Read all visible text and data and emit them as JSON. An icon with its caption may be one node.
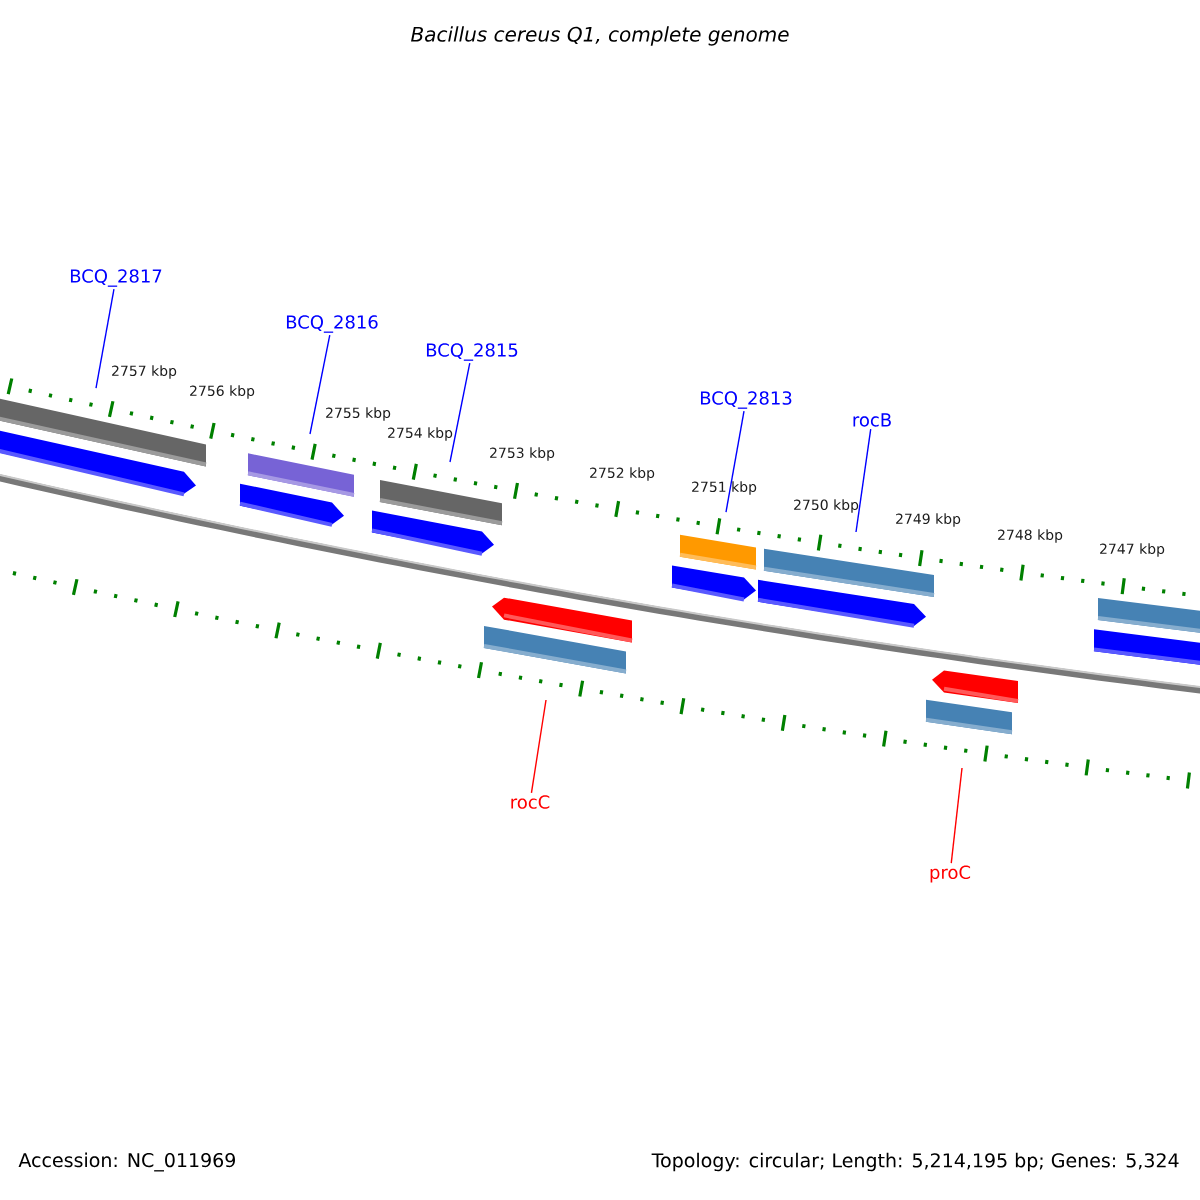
{
  "diagram": {
    "title": "Bacillus cereus Q1, complete genome",
    "nodes": [
      {
        "text": [
          "BCQ_2817"
        ]
      },
      {
        "text": [
          "BCQ_2816"
        ]
      },
      {
        "text": [
          "BCQ_2815"
        ]
      },
      {
        "text": [
          "BCQ_2813"
        ]
      },
      {
        "text": [
          "rocB"
        ]
      },
      {
        "text": [
          "rocC"
        ]
      },
      {
        "text": [
          "proC"
        ]
      }
    ],
    "edges": [
      {
        "from": 0,
        "to": null,
        "arrow": "none"
      },
      {
        "from": 1,
        "to": null,
        "arrow": "none"
      },
      {
        "from": 2,
        "to": null,
        "arrow": "none"
      },
      {
        "from": 3,
        "to": null,
        "arrow": "none"
      },
      {
        "from": 4,
        "to": null,
        "arrow": "none"
      },
      {
        "from": 5,
        "to": null,
        "arrow": "none",
        "color": "#ff0000"
      },
      {
        "from": 6,
        "to": null,
        "arrow": "none",
        "color": "#ff0000"
      }
    ],
    "labels": [
      "2757 kbp",
      "2756 kbp",
      "2755 kbp",
      "2754 kbp",
      "2753 kbp",
      "2752 kbp",
      "2751 kbp",
      "2750 kbp",
      "2749 kbp",
      "2748 kbp",
      "2747 kbp",
      "Accession: NC_011969",
      "Topology: circular; Length: 5,214,195 bp; Genes: 5,324"
    ]
  }
}
